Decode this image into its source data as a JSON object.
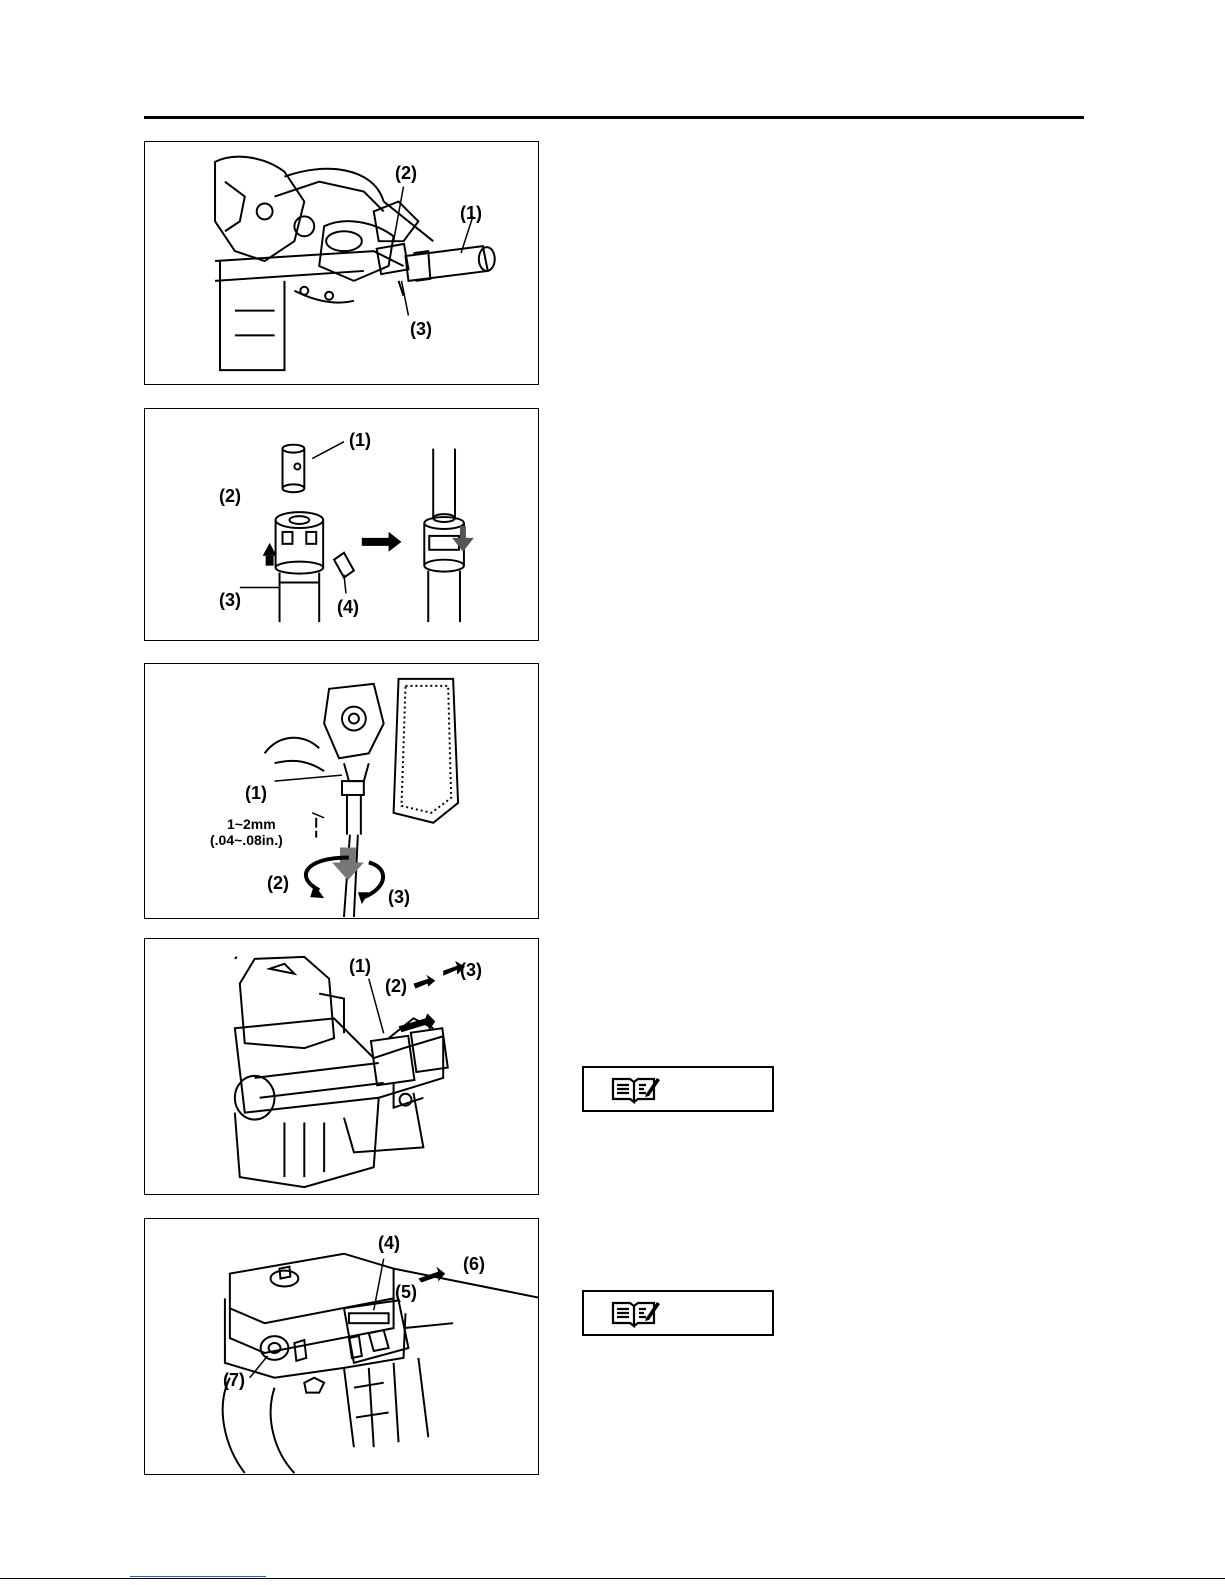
{
  "figures": [
    {
      "id": "fig1",
      "callouts": [
        "(1)",
        "(2)",
        "(3)"
      ]
    },
    {
      "id": "fig2",
      "callouts": [
        "(1)",
        "(2)",
        "(3)",
        "(4)"
      ]
    },
    {
      "id": "fig3",
      "callouts": [
        "(1)",
        "(2)",
        "(3)"
      ],
      "gap_mm": "1~2mm",
      "gap_in": "(.04~.08in.)"
    },
    {
      "id": "fig4",
      "callouts": [
        "(1)",
        "(2)",
        "(3)"
      ]
    },
    {
      "id": "fig5",
      "callouts": [
        "(4)",
        "(5)",
        "(6)",
        "(7)"
      ]
    }
  ],
  "notes": [
    {
      "icon": "manual-book-icon"
    },
    {
      "icon": "manual-book-icon"
    }
  ]
}
